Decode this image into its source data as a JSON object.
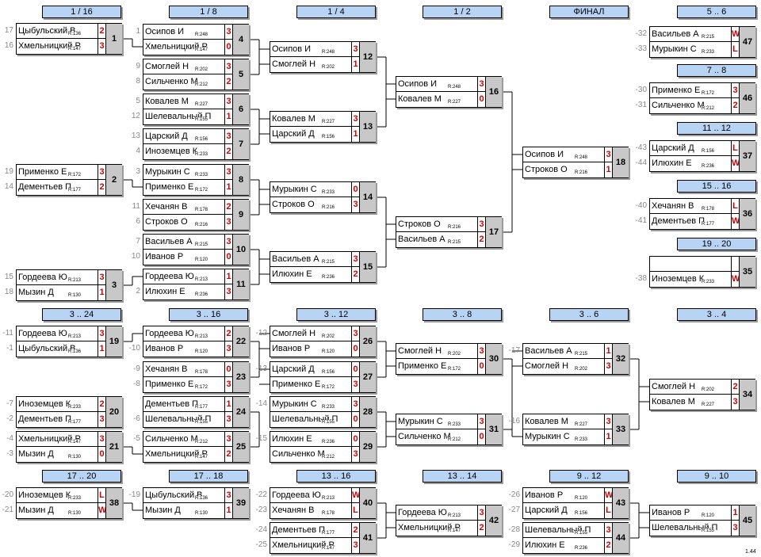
{
  "round_headers": [
    "1 / 16",
    "1 / 8",
    "1 / 4",
    "1 / 2",
    "ФИНАЛ",
    "5 .. 6",
    "7 .. 8",
    "11 .. 12",
    "15 .. 16",
    "19 .. 20",
    "3 .. 24",
    "3 .. 16",
    "3 .. 12",
    "3 .. 8",
    "3 .. 6",
    "3 .. 4",
    "17 .. 20",
    "17 .. 18",
    "13 .. 16",
    "13 .. 14",
    "9 .. 12",
    "9 .. 10"
  ],
  "matches": [
    {
      "num": "1",
      "p1": {
        "name": "Цыбульский В",
        "rating": "R:136",
        "score": "2",
        "seed": "17"
      },
      "p2": {
        "name": "Хмельницкий Р",
        "rating": "R:147",
        "score": "3",
        "seed": "16"
      }
    },
    {
      "num": "2",
      "p1": {
        "name": "Применко Е",
        "rating": "R:172",
        "score": "3",
        "seed": "19"
      },
      "p2": {
        "name": "Дементьев П",
        "rating": "R:177",
        "score": "2",
        "seed": "14"
      }
    },
    {
      "num": "3",
      "p1": {
        "name": "Гордеева Ю",
        "rating": "R:213",
        "score": "3",
        "seed": "15"
      },
      "p2": {
        "name": "Мызин Д",
        "rating": "R:130",
        "score": "1",
        "seed": "18"
      }
    },
    {
      "num": "4",
      "p1": {
        "name": "Осипов И",
        "rating": "R:248",
        "score": "3",
        "seed": "1"
      },
      "p2": {
        "name": "Хмельницкий Р",
        "rating": "R:147",
        "score": "0",
        "seed": ""
      }
    },
    {
      "num": "5",
      "p1": {
        "name": "Смоглей Н",
        "rating": "R:202",
        "score": "3",
        "seed": "9"
      },
      "p2": {
        "name": "Сильченко М",
        "rating": "R:212",
        "score": "2",
        "seed": "8"
      }
    },
    {
      "num": "6",
      "p1": {
        "name": "Ковалев М",
        "rating": "R:227",
        "score": "3",
        "seed": "5"
      },
      "p2": {
        "name": "Шелевальный П",
        "rating": "R:155",
        "score": "1",
        "seed": "12"
      }
    },
    {
      "num": "7",
      "p1": {
        "name": "Царский Д",
        "rating": "R:156",
        "score": "3",
        "seed": "13"
      },
      "p2": {
        "name": "Иноземцев К",
        "rating": "R:233",
        "score": "2",
        "seed": "4"
      }
    },
    {
      "num": "8",
      "p1": {
        "name": "Мурыкин С",
        "rating": "R:233",
        "score": "3",
        "seed": "3"
      },
      "p2": {
        "name": "Применко Е",
        "rating": "R:172",
        "score": "1",
        "seed": ""
      }
    },
    {
      "num": "9",
      "p1": {
        "name": "Хечанян В",
        "rating": "R:178",
        "score": "2",
        "seed": "11"
      },
      "p2": {
        "name": "Строков О",
        "rating": "R:216",
        "score": "3",
        "seed": "6"
      }
    },
    {
      "num": "10",
      "p1": {
        "name": "Васильев А",
        "rating": "R:215",
        "score": "3",
        "seed": "7"
      },
      "p2": {
        "name": "Иванов Р",
        "rating": "R:120",
        "score": "0",
        "seed": "10"
      }
    },
    {
      "num": "11",
      "p1": {
        "name": "Гордеева Ю",
        "rating": "R:213",
        "score": "1",
        "seed": ""
      },
      "p2": {
        "name": "Илюхин Е",
        "rating": "R:236",
        "score": "3",
        "seed": "2"
      }
    },
    {
      "num": "12",
      "p1": {
        "name": "Осипов И",
        "rating": "R:248",
        "score": "3",
        "seed": ""
      },
      "p2": {
        "name": "Смоглей Н",
        "rating": "R:202",
        "score": "1",
        "seed": ""
      }
    },
    {
      "num": "13",
      "p1": {
        "name": "Ковалев М",
        "rating": "R:227",
        "score": "3",
        "seed": ""
      },
      "p2": {
        "name": "Царский Д",
        "rating": "R:156",
        "score": "1",
        "seed": ""
      }
    },
    {
      "num": "14",
      "p1": {
        "name": "Мурыкин С",
        "rating": "R:233",
        "score": "0",
        "seed": ""
      },
      "p2": {
        "name": "Строков О",
        "rating": "R:216",
        "score": "3",
        "seed": ""
      }
    },
    {
      "num": "15",
      "p1": {
        "name": "Васильев А",
        "rating": "R:215",
        "score": "3",
        "seed": ""
      },
      "p2": {
        "name": "Илюхин Е",
        "rating": "R:236",
        "score": "2",
        "seed": ""
      }
    },
    {
      "num": "16",
      "p1": {
        "name": "Осипов И",
        "rating": "R:248",
        "score": "3",
        "seed": ""
      },
      "p2": {
        "name": "Ковалев М",
        "rating": "R:227",
        "score": "0",
        "seed": ""
      }
    },
    {
      "num": "17",
      "p1": {
        "name": "Строков О",
        "rating": "R:216",
        "score": "3",
        "seed": ""
      },
      "p2": {
        "name": "Васильев А",
        "rating": "R:215",
        "score": "2",
        "seed": ""
      }
    },
    {
      "num": "18",
      "p1": {
        "name": "Осипов И",
        "rating": "R:248",
        "score": "3",
        "seed": ""
      },
      "p2": {
        "name": "Строков О",
        "rating": "R:216",
        "score": "1",
        "seed": ""
      }
    },
    {
      "num": "47",
      "p1": {
        "name": "Васильев А",
        "rating": "R:215",
        "score": "W",
        "seed": "-32"
      },
      "p2": {
        "name": "Мурыкин С",
        "rating": "R:233",
        "score": "L",
        "seed": "-33"
      }
    },
    {
      "num": "46",
      "p1": {
        "name": "Применко Е",
        "rating": "R:172",
        "score": "3",
        "seed": "-30"
      },
      "p2": {
        "name": "Сильченко М",
        "rating": "R:212",
        "score": "2",
        "seed": "-31"
      }
    },
    {
      "num": "37",
      "p1": {
        "name": "Царский Д",
        "rating": "R:156",
        "score": "L",
        "seed": "-43"
      },
      "p2": {
        "name": "Илюхин Е",
        "rating": "R:236",
        "score": "W",
        "seed": "-44"
      }
    },
    {
      "num": "36",
      "p1": {
        "name": "Хечанян В",
        "rating": "R:178",
        "score": "L",
        "seed": "-40"
      },
      "p2": {
        "name": "Дементьев П",
        "rating": "R:177",
        "score": "W",
        "seed": "-41"
      }
    },
    {
      "num": "35",
      "p1": {
        "name": "",
        "rating": "",
        "score": "",
        "seed": ""
      },
      "p2": {
        "name": "Иноземцев К",
        "rating": "R:233",
        "score": "W",
        "seed": "-38"
      }
    },
    {
      "num": "19",
      "p1": {
        "name": "Гордеева Ю",
        "rating": "R:213",
        "score": "3",
        "seed": "-11"
      },
      "p2": {
        "name": "Цыбульский В",
        "rating": "R:136",
        "score": "1",
        "seed": "-1"
      }
    },
    {
      "num": "20",
      "p1": {
        "name": "Иноземцев К",
        "rating": "R:233",
        "score": "2",
        "seed": "-7"
      },
      "p2": {
        "name": "Дементьев П",
        "rating": "R:177",
        "score": "3",
        "seed": "-2"
      }
    },
    {
      "num": "21",
      "p1": {
        "name": "Хмельницкий Р",
        "rating": "R:147",
        "score": "3",
        "seed": "-4"
      },
      "p2": {
        "name": "Мызин Д",
        "rating": "R:130",
        "score": "0",
        "seed": "-3"
      }
    },
    {
      "num": "22",
      "p1": {
        "name": "Гордеева Ю",
        "rating": "R:213",
        "score": "2",
        "seed": ""
      },
      "p2": {
        "name": "Иванов Р",
        "rating": "R:120",
        "score": "3",
        "seed": "-10"
      }
    },
    {
      "num": "23",
      "p1": {
        "name": "Хечанян В",
        "rating": "R:178",
        "score": "0",
        "seed": "-9"
      },
      "p2": {
        "name": "Применко Е",
        "rating": "R:172",
        "score": "3",
        "seed": "-8"
      }
    },
    {
      "num": "24",
      "p1": {
        "name": "Дементьев П",
        "rating": "R:177",
        "score": "1",
        "seed": ""
      },
      "p2": {
        "name": "Шелевальный П",
        "rating": "R:155",
        "score": "3",
        "seed": "-6"
      }
    },
    {
      "num": "25",
      "p1": {
        "name": "Сильченко М",
        "rating": "R:212",
        "score": "3",
        "seed": "-5"
      },
      "p2": {
        "name": "Хмельницкий Р",
        "rating": "R:147",
        "score": "2",
        "seed": ""
      }
    },
    {
      "num": "26",
      "p1": {
        "name": "Смоглей Н",
        "rating": "R:202",
        "score": "3",
        "seed": "-12"
      },
      "p2": {
        "name": "Иванов Р",
        "rating": "R:120",
        "score": "0",
        "seed": ""
      }
    },
    {
      "num": "27",
      "p1": {
        "name": "Царский Д",
        "rating": "R:156",
        "score": "0",
        "seed": "-13"
      },
      "p2": {
        "name": "Применко Е",
        "rating": "R:172",
        "score": "3",
        "seed": ""
      }
    },
    {
      "num": "28",
      "p1": {
        "name": "Мурыкин С",
        "rating": "R:233",
        "score": "3",
        "seed": "-14"
      },
      "p2": {
        "name": "Шелевальный П",
        "rating": "R:155",
        "score": "0",
        "seed": ""
      }
    },
    {
      "num": "29",
      "p1": {
        "name": "Илюхин Е",
        "rating": "R:236",
        "score": "0",
        "seed": "-15"
      },
      "p2": {
        "name": "Сильченко М",
        "rating": "R:212",
        "score": "3",
        "seed": ""
      }
    },
    {
      "num": "30",
      "p1": {
        "name": "Смоглей Н",
        "rating": "R:202",
        "score": "3",
        "seed": ""
      },
      "p2": {
        "name": "Применко Е",
        "rating": "R:172",
        "score": "0",
        "seed": ""
      }
    },
    {
      "num": "31",
      "p1": {
        "name": "Мурыкин С",
        "rating": "R:233",
        "score": "3",
        "seed": ""
      },
      "p2": {
        "name": "Сильченко М",
        "rating": "R:212",
        "score": "0",
        "seed": ""
      }
    },
    {
      "num": "32",
      "p1": {
        "name": "Васильев А",
        "rating": "R:215",
        "score": "1",
        "seed": "-17"
      },
      "p2": {
        "name": "Смоглей Н",
        "rating": "R:202",
        "score": "3",
        "seed": ""
      }
    },
    {
      "num": "33",
      "p1": {
        "name": "Ковалев М",
        "rating": "R:227",
        "score": "3",
        "seed": "-16"
      },
      "p2": {
        "name": "Мурыкин С",
        "rating": "R:233",
        "score": "1",
        "seed": ""
      }
    },
    {
      "num": "34",
      "p1": {
        "name": "Смоглей Н",
        "rating": "R:202",
        "score": "2",
        "seed": ""
      },
      "p2": {
        "name": "Ковалев М",
        "rating": "R:227",
        "score": "3",
        "seed": ""
      }
    },
    {
      "num": "38",
      "p1": {
        "name": "Иноземцев К",
        "rating": "R:233",
        "score": "L",
        "seed": "-20"
      },
      "p2": {
        "name": "Мызин Д",
        "rating": "R:130",
        "score": "W",
        "seed": "-21"
      }
    },
    {
      "num": "39",
      "p1": {
        "name": "Цыбульский В",
        "rating": "R:136",
        "score": "3",
        "seed": "-19"
      },
      "p2": {
        "name": "Мызин Д",
        "rating": "R:130",
        "score": "1",
        "seed": ""
      }
    },
    {
      "num": "40",
      "p1": {
        "name": "Гордеева Ю",
        "rating": "R:213",
        "score": "W",
        "seed": "-22"
      },
      "p2": {
        "name": "Хечанян В",
        "rating": "R:178",
        "score": "L",
        "seed": "-23"
      }
    },
    {
      "num": "41",
      "p1": {
        "name": "Дементьев П",
        "rating": "R:177",
        "score": "2",
        "seed": "-24"
      },
      "p2": {
        "name": "Хмельницкий Р",
        "rating": "R:147",
        "score": "3",
        "seed": "-25"
      }
    },
    {
      "num": "42",
      "p1": {
        "name": "Гордеева Ю",
        "rating": "R:213",
        "score": "3",
        "seed": ""
      },
      "p2": {
        "name": "Хмельницкий Р",
        "rating": "R:147",
        "score": "2",
        "seed": ""
      }
    },
    {
      "num": "43",
      "p1": {
        "name": "Иванов Р",
        "rating": "R:120",
        "score": "W",
        "seed": "-26"
      },
      "p2": {
        "name": "Царский Д",
        "rating": "R:156",
        "score": "L",
        "seed": "-27"
      }
    },
    {
      "num": "44",
      "p1": {
        "name": "Шелевальный П",
        "rating": "R:155",
        "score": "3",
        "seed": "-28"
      },
      "p2": {
        "name": "Илюхин Е",
        "rating": "R:236",
        "score": "2",
        "seed": "-29"
      }
    },
    {
      "num": "45",
      "p1": {
        "name": "Иванов Р",
        "rating": "R:120",
        "score": "1",
        "seed": ""
      },
      "p2": {
        "name": "Шелевальный П",
        "rating": "R:155",
        "score": "3",
        "seed": ""
      }
    }
  ],
  "version": "1.44"
}
